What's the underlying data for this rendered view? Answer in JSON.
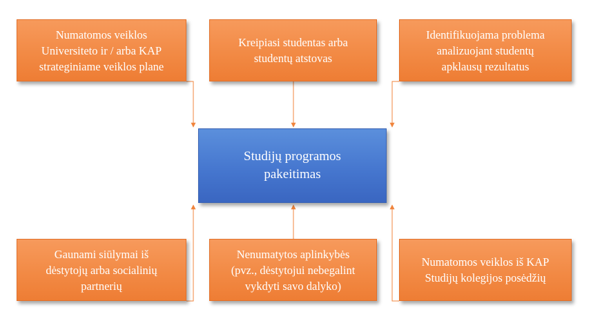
{
  "center": {
    "label": "Studijų programos\npakeitimas"
  },
  "top_boxes": [
    {
      "label": "Numatomos veiklos\nUniversiteto ir / arba KAP\nstrateginiame veiklos plane"
    },
    {
      "label": "Kreipiasi studentas arba\nstudentų atstovas"
    },
    {
      "label": "Identifikuojama problema\nanalizuojant studentų\napklausų rezultatus"
    }
  ],
  "bottom_boxes": [
    {
      "label": "Gaunami siūlymai iš\ndėstytojų arba socialinių\npartnerių"
    },
    {
      "label": "Nenumatytos aplinkybės\n(pvz., dėstytojui nebegalint\nvykdyti savo dalyko)"
    },
    {
      "label": "Numatomos veiklos iš KAP\nStudijų kolegijos posėdžių"
    }
  ],
  "colors": {
    "box_fill": "#f28a45",
    "center_fill": "#4677cf",
    "connector": "#f0843c"
  }
}
